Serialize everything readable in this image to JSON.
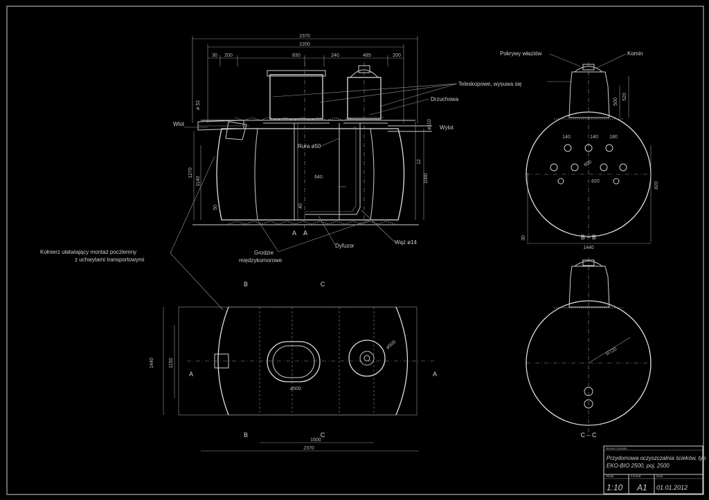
{
  "labels": {
    "pokrywy": "Pokrywy właziów",
    "komin": "Komin",
    "teleskopowe": "Teleskopowe, wysuwa się",
    "drzuchowa": "Drzuchowa",
    "wlot": "Wlot",
    "wylot": "Wylot",
    "rura": "Rura ø50",
    "kolnierz_l1": "Kołnierz ułatwiający montaż poczlemny",
    "kolnierz_l2": "z uchwytami transportowymi",
    "grodzie_l1": "Grodzie",
    "grodzie_l2": "międzykomorowe",
    "dyfuzor": "Dyfuzor",
    "waz": "Wąż ø14"
  },
  "dims": {
    "top_total": "2370",
    "top_inner": "2200",
    "seg1a": "30",
    "seg1b": "200",
    "seg2": "830",
    "seg3": "240",
    "seg4": "485",
    "seg5": "200",
    "left_phi": "ø 52",
    "left_h": "1270",
    "left_h2": "1140",
    "left_small": "50",
    "center_640": "640",
    "center_40": "40",
    "right_phi": "ø110",
    "right_12": "12",
    "right_1080": "1080",
    "bv_640a": "140",
    "bv_640b": "140",
    "bv_180": "180",
    "bv_600": "600",
    "bv_820": "820",
    "bv_1440": "1440",
    "bv_30": "30",
    "bv_h500": "500",
    "bv_h520": "520",
    "plan_1440": "1440",
    "plan_1150": "1150",
    "plan_1500": "1500",
    "plan_2370": "2370",
    "plan_d1": "ø500",
    "plan_d2": "ø500",
    "cv_r": "R720"
  },
  "sections": {
    "A": "A",
    "B": "B",
    "C": "C",
    "bb": "B – B",
    "cc": "C – C"
  },
  "title_block": {
    "name_label": "Nazwa rysunku",
    "name_line1": "Przydomowa oczyszczalnia ścieków, typ",
    "name_line2": "EKO-BIO 2500, poj. 2500",
    "scale_label": "Skala",
    "scale": "1:10",
    "format_label": "Format",
    "format": "A1",
    "date_label": "Data",
    "date": "01.01.2012"
  }
}
